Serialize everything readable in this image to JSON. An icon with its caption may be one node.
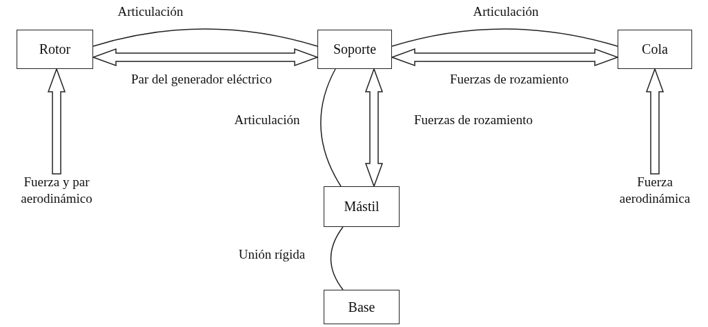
{
  "diagram": {
    "nodes": [
      {
        "text": [
          "Rotor"
        ]
      },
      {
        "text": [
          "Soporte"
        ]
      },
      {
        "text": [
          "Cola"
        ]
      },
      {
        "text": [
          "Mástil"
        ]
      },
      {
        "text": [
          "Base"
        ]
      },
      {
        "text": [
          "Fuerza y par aerodinámico"
        ]
      },
      {
        "text": [
          "Fuerza aerodinámica"
        ]
      }
    ],
    "edges": [
      {
        "from": 0,
        "to": 1,
        "arrow": "none",
        "label": "Articulación"
      },
      {
        "from": 0,
        "to": 1,
        "arrow": "both",
        "style": "thick",
        "label": "Par del generador eléctrico"
      },
      {
        "from": 1,
        "to": 2,
        "arrow": "none",
        "label": "Articulación"
      },
      {
        "from": 1,
        "to": 2,
        "arrow": "both",
        "style": "thick",
        "label": "Fuerzas de rozamiento"
      },
      {
        "from": 1,
        "to": 3,
        "arrow": "none",
        "label": "Articulación"
      },
      {
        "from": 1,
        "to": 3,
        "arrow": "both",
        "style": "thick",
        "label": "Fuerzas de rozamiento"
      },
      {
        "from": 3,
        "to": 4,
        "arrow": "none",
        "label": "Unión rígida"
      },
      {
        "from": 5,
        "to": 0,
        "arrow": "to",
        "style": "thick"
      },
      {
        "from": 6,
        "to": 2,
        "arrow": "to",
        "style": "thick"
      }
    ]
  }
}
